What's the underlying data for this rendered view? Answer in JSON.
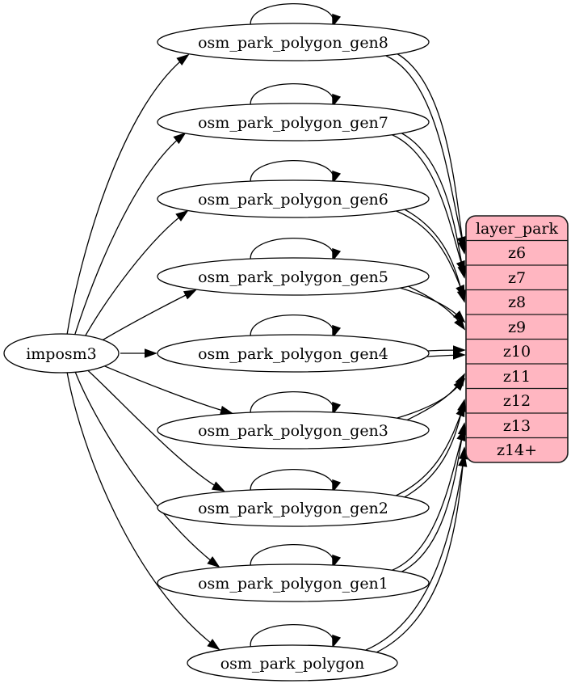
{
  "source": {
    "label": "imposm3"
  },
  "tables": [
    {
      "label": "osm_park_polygon_gen8",
      "zoom": "z6"
    },
    {
      "label": "osm_park_polygon_gen7",
      "zoom": "z7"
    },
    {
      "label": "osm_park_polygon_gen6",
      "zoom": "z8"
    },
    {
      "label": "osm_park_polygon_gen5",
      "zoom": "z9"
    },
    {
      "label": "osm_park_polygon_gen4",
      "zoom": "z10"
    },
    {
      "label": "osm_park_polygon_gen3",
      "zoom": "z11"
    },
    {
      "label": "osm_park_polygon_gen2",
      "zoom": "z12"
    },
    {
      "label": "osm_park_polygon_gen1",
      "zoom": "z13"
    },
    {
      "label": "osm_park_polygon",
      "zoom": "z14+"
    }
  ],
  "layer": {
    "header": "layer_park",
    "fill": "#ffb6c1",
    "rows": [
      "z6",
      "z7",
      "z8",
      "z9",
      "z10",
      "z11",
      "z12",
      "z13",
      "z14+"
    ]
  },
  "colors": {
    "edge": "#000000",
    "node_fill": "#ffffff",
    "text": "#000000"
  },
  "edges": [
    {
      "from": "imposm3",
      "to": "osm_park_polygon_gen8"
    },
    {
      "from": "imposm3",
      "to": "osm_park_polygon_gen7"
    },
    {
      "from": "imposm3",
      "to": "osm_park_polygon_gen6"
    },
    {
      "from": "imposm3",
      "to": "osm_park_polygon_gen5"
    },
    {
      "from": "imposm3",
      "to": "osm_park_polygon_gen4"
    },
    {
      "from": "imposm3",
      "to": "osm_park_polygon_gen3"
    },
    {
      "from": "imposm3",
      "to": "osm_park_polygon_gen2"
    },
    {
      "from": "imposm3",
      "to": "osm_park_polygon_gen1"
    },
    {
      "from": "imposm3",
      "to": "osm_park_polygon"
    },
    {
      "from": "osm_park_polygon_gen8",
      "to": "osm_park_polygon_gen8",
      "type": "self"
    },
    {
      "from": "osm_park_polygon_gen7",
      "to": "osm_park_polygon_gen7",
      "type": "self"
    },
    {
      "from": "osm_park_polygon_gen6",
      "to": "osm_park_polygon_gen6",
      "type": "self"
    },
    {
      "from": "osm_park_polygon_gen5",
      "to": "osm_park_polygon_gen5",
      "type": "self"
    },
    {
      "from": "osm_park_polygon_gen4",
      "to": "osm_park_polygon_gen4",
      "type": "self"
    },
    {
      "from": "osm_park_polygon_gen3",
      "to": "osm_park_polygon_gen3",
      "type": "self"
    },
    {
      "from": "osm_park_polygon_gen2",
      "to": "osm_park_polygon_gen2",
      "type": "self"
    },
    {
      "from": "osm_park_polygon_gen1",
      "to": "osm_park_polygon_gen1",
      "type": "self"
    },
    {
      "from": "osm_park_polygon",
      "to": "osm_park_polygon",
      "type": "self"
    },
    {
      "from": "osm_park_polygon_gen8",
      "to": "layer_park:z6",
      "lines": 2
    },
    {
      "from": "osm_park_polygon_gen7",
      "to": "layer_park:z7",
      "lines": 2
    },
    {
      "from": "osm_park_polygon_gen6",
      "to": "layer_park:z8",
      "lines": 2
    },
    {
      "from": "osm_park_polygon_gen5",
      "to": "layer_park:z9",
      "lines": 2
    },
    {
      "from": "osm_park_polygon_gen4",
      "to": "layer_park:z10",
      "lines": 2
    },
    {
      "from": "osm_park_polygon_gen3",
      "to": "layer_park:z11",
      "lines": 2
    },
    {
      "from": "osm_park_polygon_gen2",
      "to": "layer_park:z12",
      "lines": 2
    },
    {
      "from": "osm_park_polygon_gen1",
      "to": "layer_park:z13",
      "lines": 2
    },
    {
      "from": "osm_park_polygon",
      "to": "layer_park:z14+",
      "lines": 2
    }
  ]
}
